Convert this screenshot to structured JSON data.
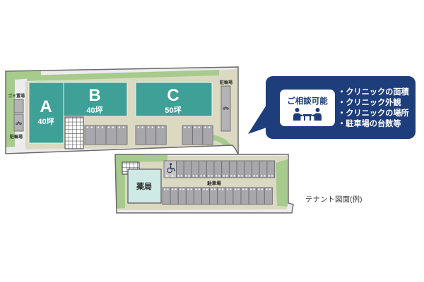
{
  "site_plan": {
    "caption": "テナント図面(例)",
    "buildings": [
      {
        "id": "A",
        "label": "A",
        "area": "40坪"
      },
      {
        "id": "B",
        "label": "B",
        "area": "40坪"
      },
      {
        "id": "C",
        "label": "C",
        "area": "50坪"
      }
    ],
    "labels": {
      "garbage_area": "ゴミ置場",
      "bicycle_parking_left": "駐輪場",
      "bicycle_parking_right": "駐輪場",
      "pharmacy": "薬局",
      "car_parking": "駐車場"
    },
    "parking": {
      "upper_groups": [
        4,
        3,
        3
      ],
      "lower_top_row_accessible": 1,
      "lower_top_row_regular": 13,
      "lower_bottom_row": 14
    }
  },
  "callout": {
    "badge_label": "ご相談可能",
    "icon": "meeting-icon",
    "items": [
      "・クリニックの面積",
      "・クリニック外観",
      "・クリニックの場所",
      "・駐車場の台数等"
    ]
  },
  "colors": {
    "navy": "#1e3d7b",
    "teal": "#3ea097",
    "green": "#a7cb8c",
    "beige": "#dcd9c3",
    "plot_fill": "#ececee",
    "plot_border": "#6a6a6e",
    "stall": "#a8a8ac",
    "stall_border": "#6e6e72",
    "stall_accessible": "#c6c6c9",
    "facility_box": "#b3b3b6",
    "pharmacy_fill": "#cfe9e6",
    "text_dark": "#333333",
    "text_white": "#ffffff"
  }
}
